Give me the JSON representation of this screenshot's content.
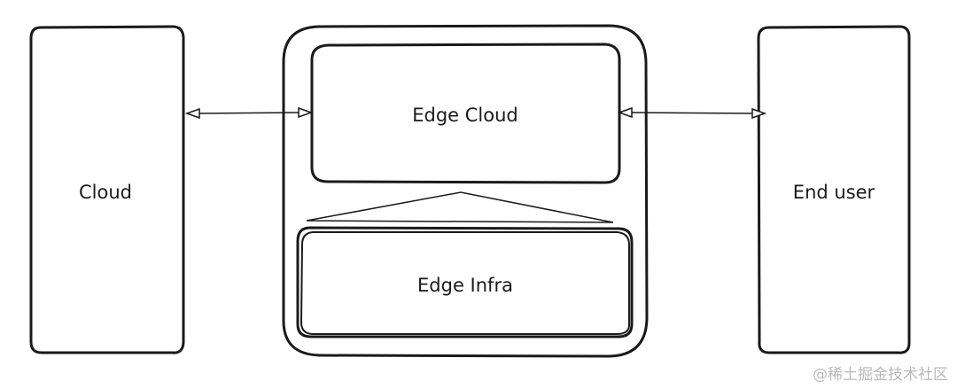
{
  "diagram": {
    "nodes": {
      "cloud": {
        "label": "Cloud"
      },
      "edge_cloud": {
        "label": "Edge Cloud"
      },
      "edge_infra": {
        "label": "Edge Infra"
      },
      "end_user": {
        "label": "End user"
      }
    },
    "edges": [
      {
        "from": "cloud",
        "to": "edge_cloud",
        "bidirectional": true
      },
      {
        "from": "edge_cloud",
        "to": "end_user",
        "bidirectional": true
      },
      {
        "from": "edge_infra",
        "to": "edge_cloud",
        "style": "triangle"
      }
    ]
  },
  "watermark": {
    "text": "@稀土掘金技术社区"
  }
}
